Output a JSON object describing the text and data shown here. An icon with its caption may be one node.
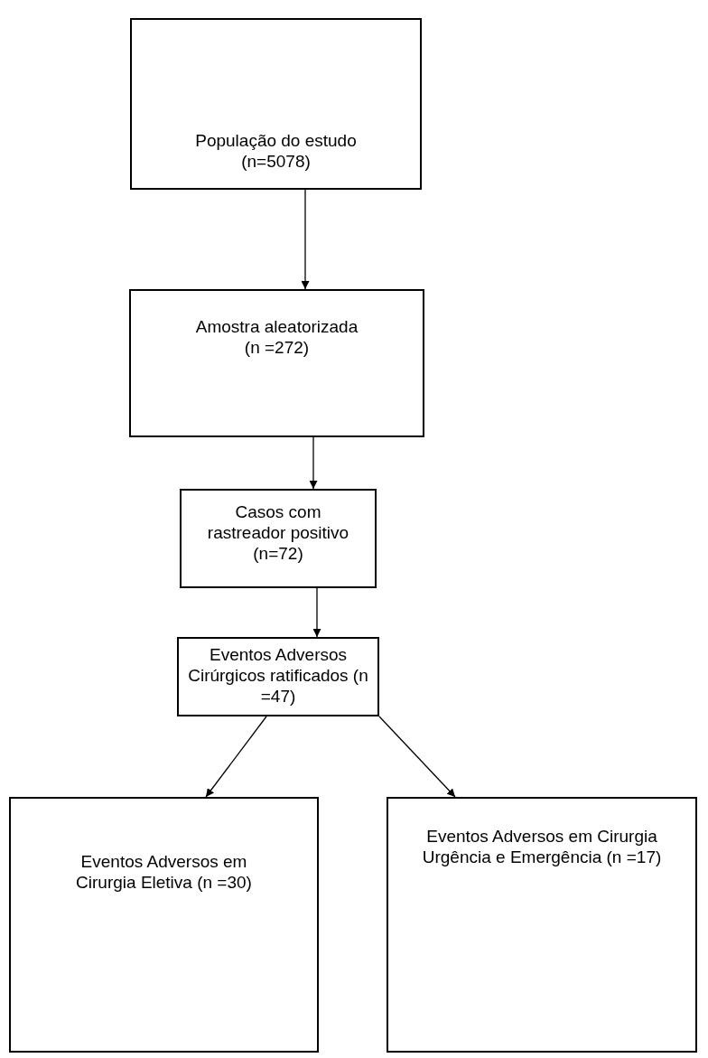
{
  "diagram": {
    "nodes": [
      {
        "text": [
          "População do estudo (n=5078)"
        ]
      },
      {
        "text": [
          "Amostra aleatorizada (n =272)"
        ]
      },
      {
        "text": [
          "Casos com rastreador positivo (n=72)"
        ]
      },
      {
        "text": [
          "Eventos Adversos Cirúrgicos ratificados (n =47)"
        ]
      },
      {
        "text": [
          "Eventos Adversos em Cirurgia Eletiva (n =30)"
        ]
      },
      {
        "text": [
          "Eventos Adversos em Cirurgia Urgência e Emergência (n =17)"
        ]
      }
    ],
    "edges": [
      {
        "from": 0,
        "to": 1,
        "arrow": "to"
      },
      {
        "from": 1,
        "to": 2,
        "arrow": "to"
      },
      {
        "from": 2,
        "to": 3,
        "arrow": "to"
      },
      {
        "from": 3,
        "to": 4,
        "arrow": "to"
      },
      {
        "from": 3,
        "to": 5,
        "arrow": "to"
      }
    ]
  }
}
